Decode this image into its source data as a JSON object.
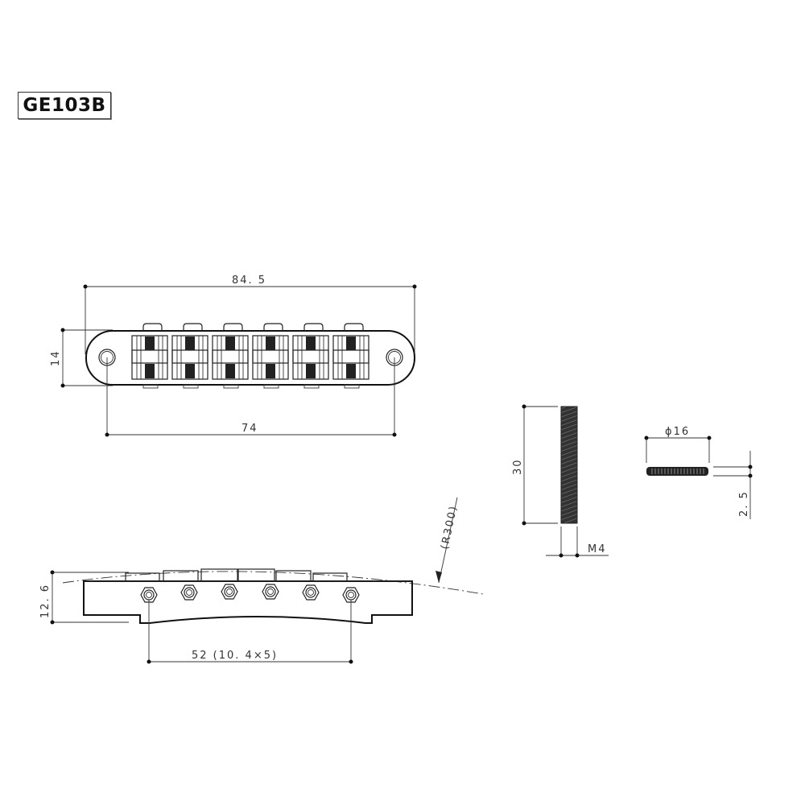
{
  "title": "GE103B",
  "views": {
    "top": {
      "overall_length": "84. 5",
      "height": "14",
      "post_spacing": "74",
      "saddle_count": 6
    },
    "side": {
      "height": "12. 6",
      "string_spacing": "52 (10. 4×5)",
      "radius": "(R300)"
    },
    "post": {
      "length": "30",
      "thread": "M4"
    },
    "thumbwheel": {
      "diameter": "ϕ16",
      "thickness": "2. 5"
    }
  },
  "colors": {
    "line": "#222222",
    "text": "#333333",
    "background": "#ffffff"
  }
}
